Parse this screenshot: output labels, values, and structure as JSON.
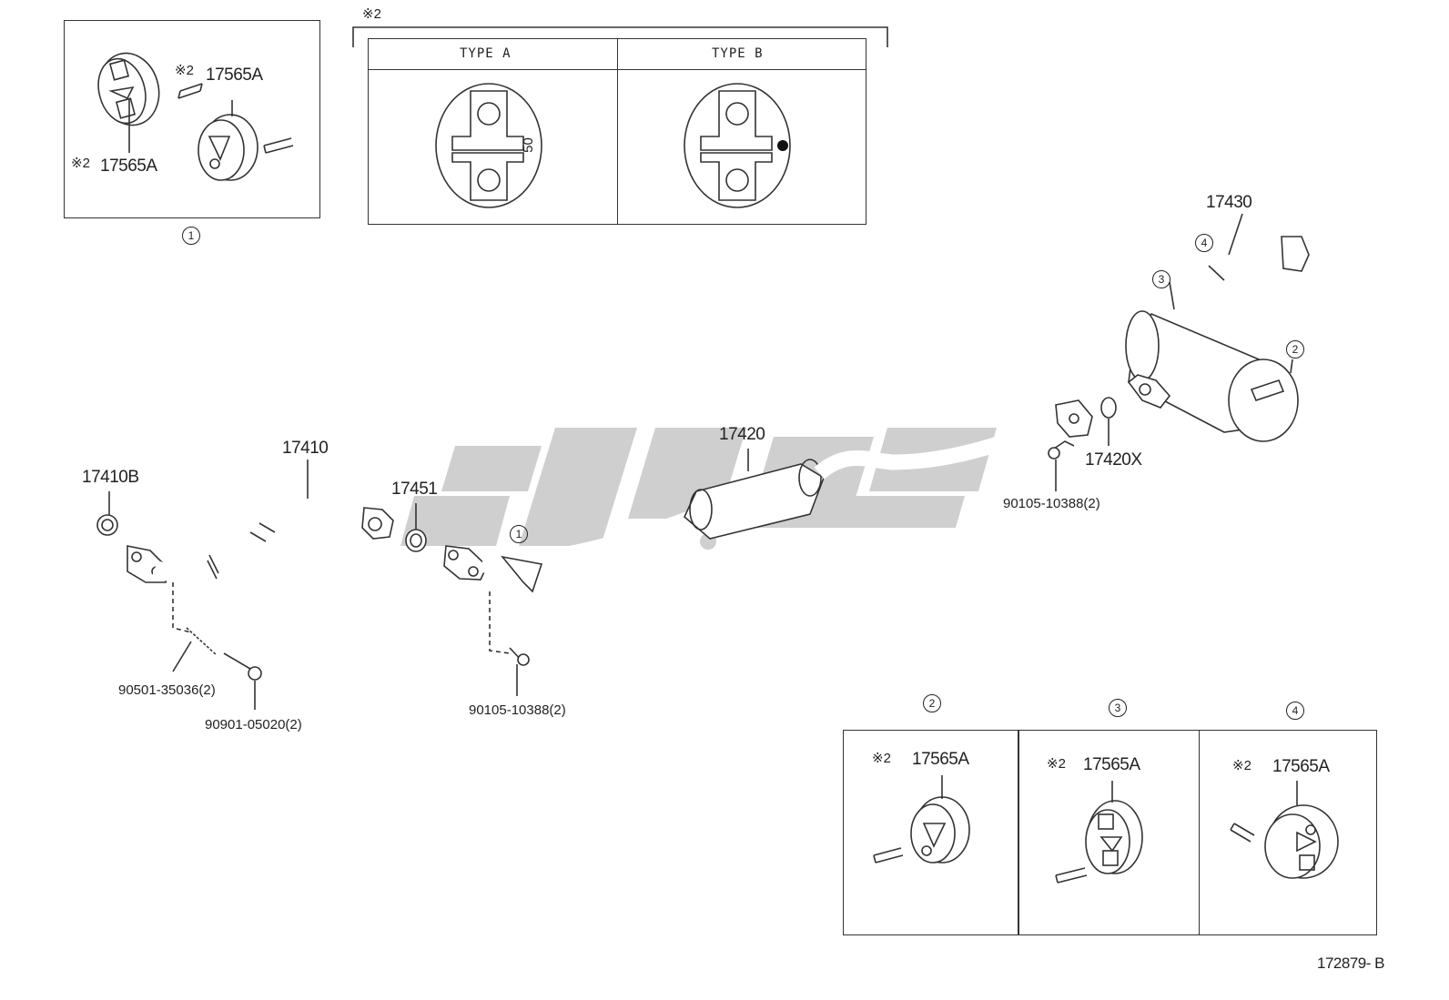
{
  "diagram_id": "172879- B",
  "watermark": "ﺑﻴﻮﻙ",
  "note_mark": "※2",
  "callouts": [
    "1",
    "2",
    "3",
    "4"
  ],
  "parts": {
    "p17565A": "17565A",
    "p17410B": "17410B",
    "p17410": "17410",
    "p17451": "17451",
    "p17420": "17420",
    "p17420X": "17420X",
    "p17430": "17430",
    "b90501": "90501-35036(2)",
    "b90901": "90901-05020(2)",
    "b90105_left": "90105-10388(2)",
    "b90105_right": "90105-10388(2)"
  },
  "types": {
    "a_label": "TYPE A",
    "b_label": "TYPE B",
    "a_mark": "50"
  }
}
